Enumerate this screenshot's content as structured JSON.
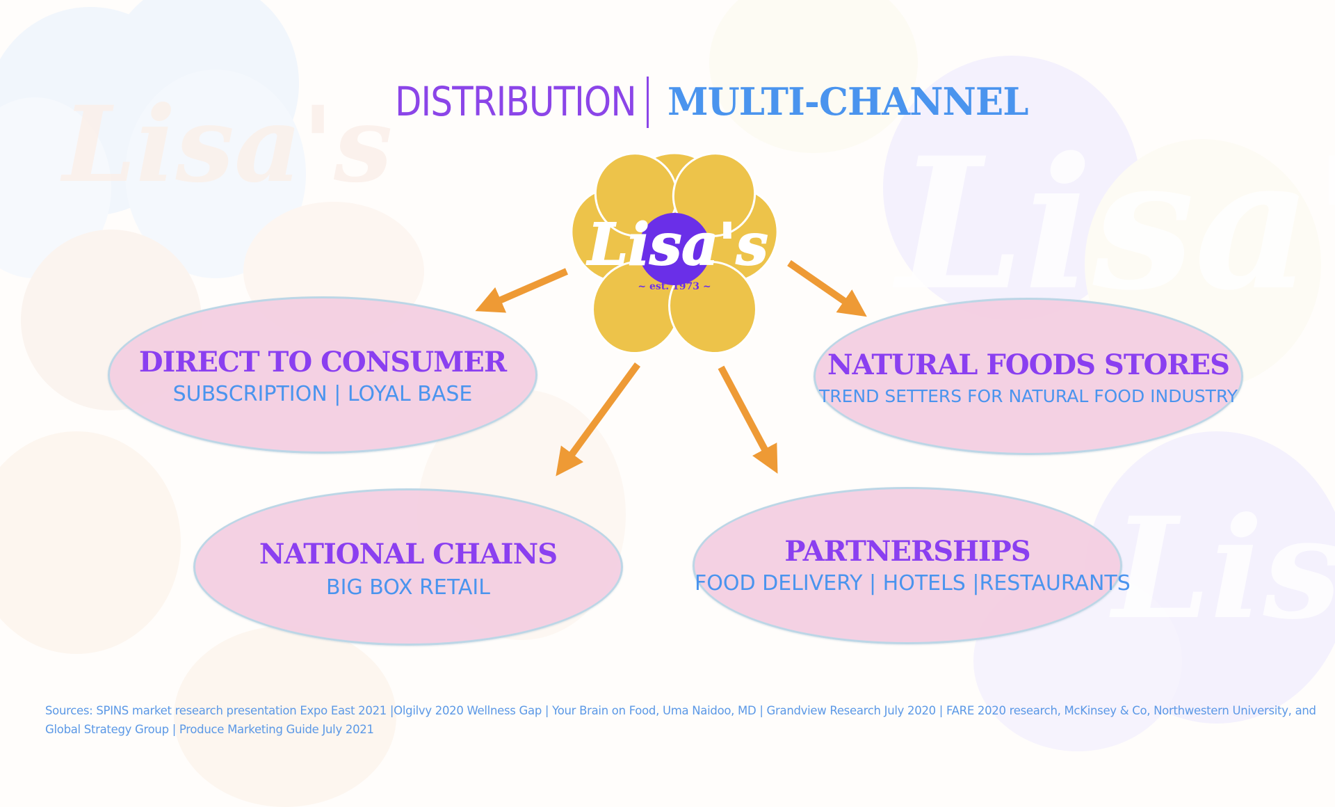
{
  "slide": {
    "title": {
      "part1": "DISTRIBUTION",
      "part2": "MULTI-CHANNEL"
    },
    "logo": {
      "brand": "Lisa's",
      "tagline": "~ est. 1973 ~",
      "icon": "flower-logo-icon"
    },
    "channels": [
      {
        "title": "DIRECT TO CONSUMER",
        "subtitle": "SUBSCRIPTION | LOYAL BASE"
      },
      {
        "title": "NATURAL FOODS STORES",
        "subtitle": "TREND SETTERS FOR NATURAL FOOD INDUSTRY"
      },
      {
        "title": "NATIONAL CHAINS",
        "subtitle": "BIG BOX RETAIL"
      },
      {
        "title": "PARTNERSHIPS",
        "subtitle": "FOOD DELIVERY | HOTELS |RESTAURANTS"
      }
    ],
    "sources": {
      "line1": "Sources: SPINS market research  presentation Expo East 2021  |Olgilvy 2020 Wellness Gap | Your Brain on Food, Uma Naidoo, MD | Grandview Research July 2020 | FARE 2020 research, McKinsey & Co, Northwestern University, and",
      "line2": "Global Strategy Group | Produce Marketing Guide July 2021"
    },
    "watermark_text": "Lisa's"
  },
  "colors": {
    "title_purple": "#8b45e8",
    "title_blue": "#4a94ee",
    "arrow_orange": "#ee9a35",
    "flower_yellow": "#edc34a",
    "logo_purple": "#6a2fe8",
    "oval_pink": "#f3cde1",
    "oval_border": "#bcd6e6"
  }
}
